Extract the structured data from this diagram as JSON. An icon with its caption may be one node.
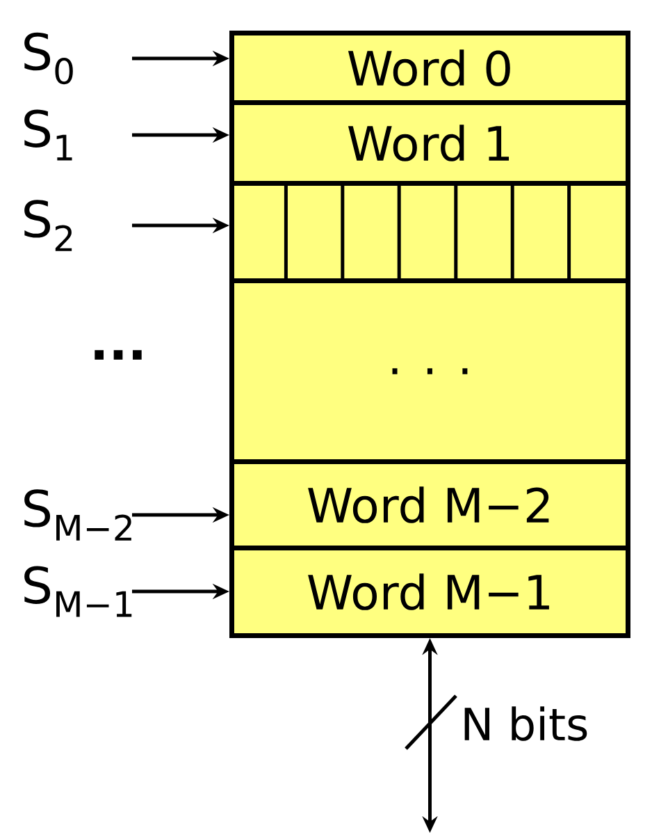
{
  "diagram": {
    "nodes": [
      {
        "text": [
          "Word 0"
        ]
      },
      {
        "text": [
          "Word 1"
        ]
      },
      {
        "text": [],
        "shape": "box"
      },
      {
        "text": [
          ". . ."
        ]
      },
      {
        "text": [
          "Word M−2"
        ]
      },
      {
        "text": [
          "Word M−1"
        ]
      },
      {
        "text": [
          "S$_{0}$"
        ]
      },
      {
        "text": [
          "S$_{1}$"
        ]
      },
      {
        "text": [
          "S$_{2}$"
        ]
      },
      {
        "text": [
          "S$_{M−2}$"
        ]
      },
      {
        "text": [
          "S$_{M−1}$"
        ]
      }
    ],
    "edges": [
      {
        "from": 6,
        "to": 0,
        "arrow": "to"
      },
      {
        "from": 7,
        "to": 1,
        "arrow": "to"
      },
      {
        "from": 8,
        "to": 2,
        "arrow": "to"
      },
      {
        "from": 9,
        "to": 4,
        "arrow": "to"
      },
      {
        "from": 10,
        "to": 5,
        "arrow": "to"
      },
      {
        "from": 5,
        "to": null,
        "arrow": "both",
        "label": "N bits"
      }
    ],
    "labels": [
      "..."
    ]
  }
}
